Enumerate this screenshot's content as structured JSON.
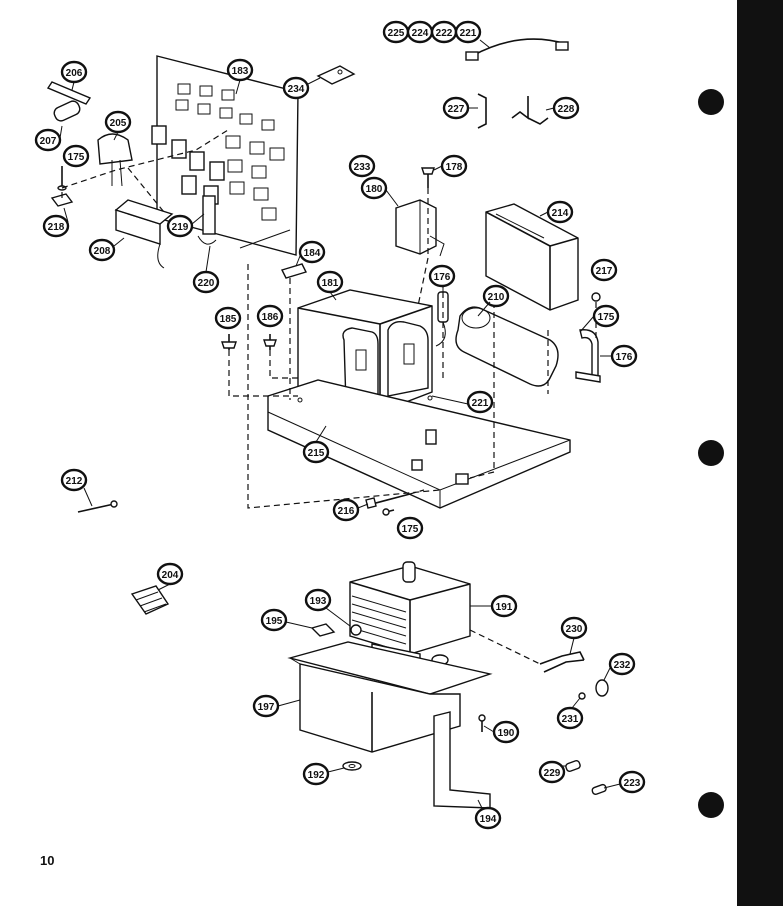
{
  "page_number": "10",
  "callouts": {
    "c225": "225",
    "c224": "224",
    "c222": "222",
    "c221a": "221",
    "c206": "206",
    "c183": "183",
    "c234": "234",
    "c227": "227",
    "c228": "228",
    "c207": "207",
    "c205": "205",
    "c175a": "175",
    "c178": "178",
    "c233": "233",
    "c180a": "180",
    "c214": "214",
    "c218": "218",
    "c208": "208",
    "c219": "219",
    "c220": "220",
    "c184a": "184",
    "c181": "181",
    "c176a": "176",
    "c210": "210",
    "c217": "217",
    "c175b": "175",
    "c176b": "176",
    "c185": "185",
    "c186": "186",
    "c221b": "221",
    "c215": "215",
    "c212": "212",
    "c216": "216",
    "c175c": "175",
    "c204": "204",
    "c193": "193",
    "c191": "191",
    "c195": "195",
    "c230": "230",
    "c232": "232",
    "c197": "197",
    "c231": "231",
    "c190": "190",
    "c192": "192",
    "c229": "229",
    "c223": "223",
    "c194": "194"
  }
}
